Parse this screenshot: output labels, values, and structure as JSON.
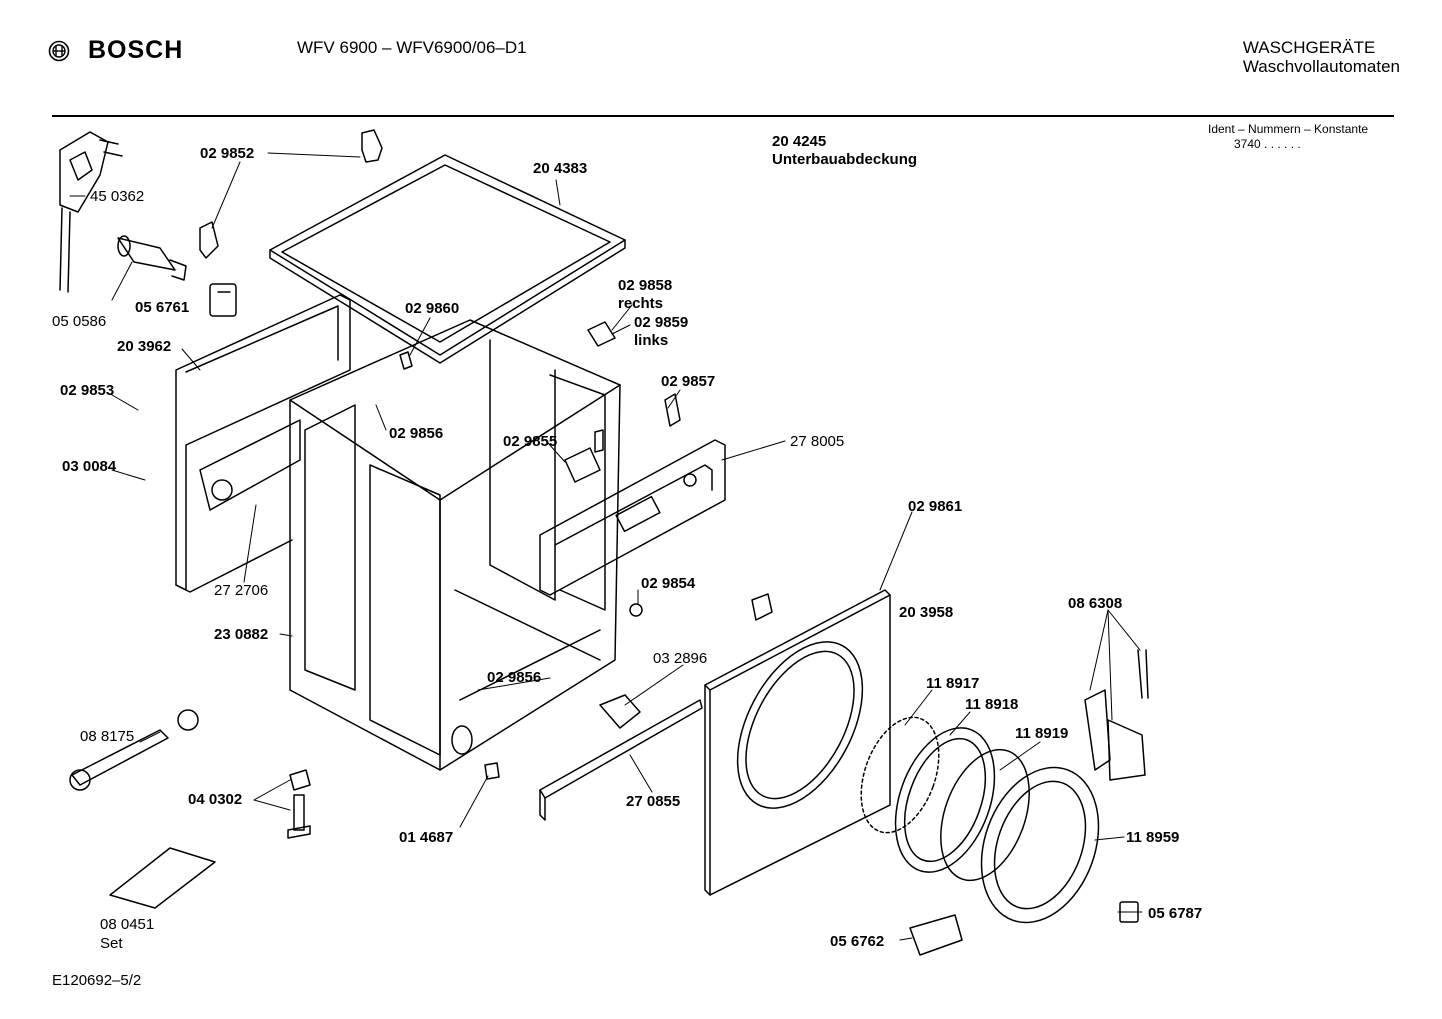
{
  "header": {
    "brand": "BOSCH",
    "model": "WFV 6900 – WFV6900/06–D1",
    "category_line1": "WASCHGERÄTE",
    "category_line2": "Waschvollautomaten",
    "ident_label": "Ident – Nummern – Konstante",
    "ident_value": "3740 . . . . . ."
  },
  "assembly": {
    "number": "20 4245",
    "name": "Unterbauabdeckung"
  },
  "footer": {
    "drawing_id": "E120692–5/2"
  },
  "parts": [
    {
      "id": "p450362",
      "number": "45 0362",
      "bold": false
    },
    {
      "id": "p050586",
      "number": "05 0586",
      "bold": false
    },
    {
      "id": "p029852",
      "number": "02 9852",
      "bold": true
    },
    {
      "id": "p056761",
      "number": "05 6761",
      "bold": true
    },
    {
      "id": "p203962",
      "number": "20 3962",
      "bold": true
    },
    {
      "id": "p029853",
      "number": "02 9853",
      "bold": true
    },
    {
      "id": "p030084",
      "number": "03 0084",
      "bold": true
    },
    {
      "id": "p272706",
      "number": "27 2706",
      "bold": false
    },
    {
      "id": "p230882",
      "number": "23 0882",
      "bold": true
    },
    {
      "id": "p204383",
      "number": "20 4383",
      "bold": true
    },
    {
      "id": "p029860",
      "number": "02 9860",
      "bold": true
    },
    {
      "id": "p029856a",
      "number": "02 9856",
      "bold": true
    },
    {
      "id": "p029855",
      "number": "02 9855",
      "bold": true
    },
    {
      "id": "p029858",
      "number": "02 9858",
      "bold": true
    },
    {
      "id": "p029858_note",
      "number": "rechts",
      "bold": true
    },
    {
      "id": "p029859",
      "number": "02 9859",
      "bold": true
    },
    {
      "id": "p029859_note",
      "number": "links",
      "bold": true
    },
    {
      "id": "p029857",
      "number": "02 9857",
      "bold": true
    },
    {
      "id": "p278005",
      "number": "27 8005",
      "bold": false
    },
    {
      "id": "p029861",
      "number": "02 9861",
      "bold": true
    },
    {
      "id": "p203958",
      "number": "20 3958",
      "bold": true
    },
    {
      "id": "p029854",
      "number": "02 9854",
      "bold": true
    },
    {
      "id": "p032896",
      "number": "03 2896",
      "bold": false
    },
    {
      "id": "p029856b",
      "number": "02 9856",
      "bold": true
    },
    {
      "id": "p088175",
      "number": "08 8175",
      "bold": false
    },
    {
      "id": "p040302",
      "number": "04 0302",
      "bold": true
    },
    {
      "id": "p014687",
      "number": "01 4687",
      "bold": true
    },
    {
      "id": "p270855",
      "number": "27 0855",
      "bold": true
    },
    {
      "id": "p080451",
      "number": "08  0451",
      "bold": false
    },
    {
      "id": "p080451_note",
      "number": "Set",
      "bold": false
    },
    {
      "id": "p118917",
      "number": "11 8917",
      "bold": true
    },
    {
      "id": "p118918",
      "number": "11 8918",
      "bold": true
    },
    {
      "id": "p118919",
      "number": "11 8919",
      "bold": true
    },
    {
      "id": "p118959",
      "number": "11 8959",
      "bold": true
    },
    {
      "id": "p086308",
      "number": "08 6308",
      "bold": true
    },
    {
      "id": "p056762",
      "number": "05 6762",
      "bold": true
    },
    {
      "id": "p056787",
      "number": "05 6787",
      "bold": true
    }
  ]
}
